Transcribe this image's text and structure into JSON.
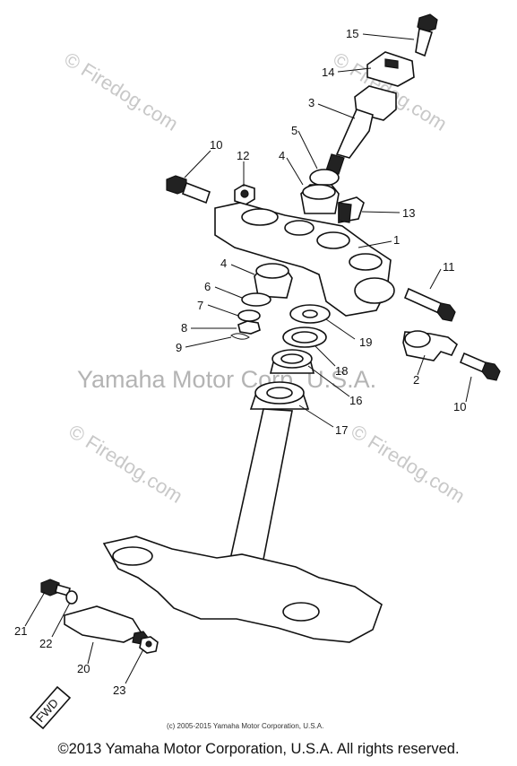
{
  "watermarks": {
    "firedog": "© Firedog.com",
    "yamaha": "Yamaha Motor Corp, U.S.A."
  },
  "callouts": [
    "1",
    "2",
    "3",
    "4",
    "4",
    "5",
    "6",
    "7",
    "8",
    "9",
    "10",
    "10",
    "11",
    "12",
    "13",
    "14",
    "15",
    "16",
    "17",
    "18",
    "19",
    "20",
    "21",
    "22",
    "23"
  ],
  "fwd_label": "FWD",
  "small_copyright": "(c) 2005-2015 Yamaha Motor Corporation, U.S.A.",
  "footer": "©2013 Yamaha Motor Corporation, U.S.A. All rights reserved."
}
